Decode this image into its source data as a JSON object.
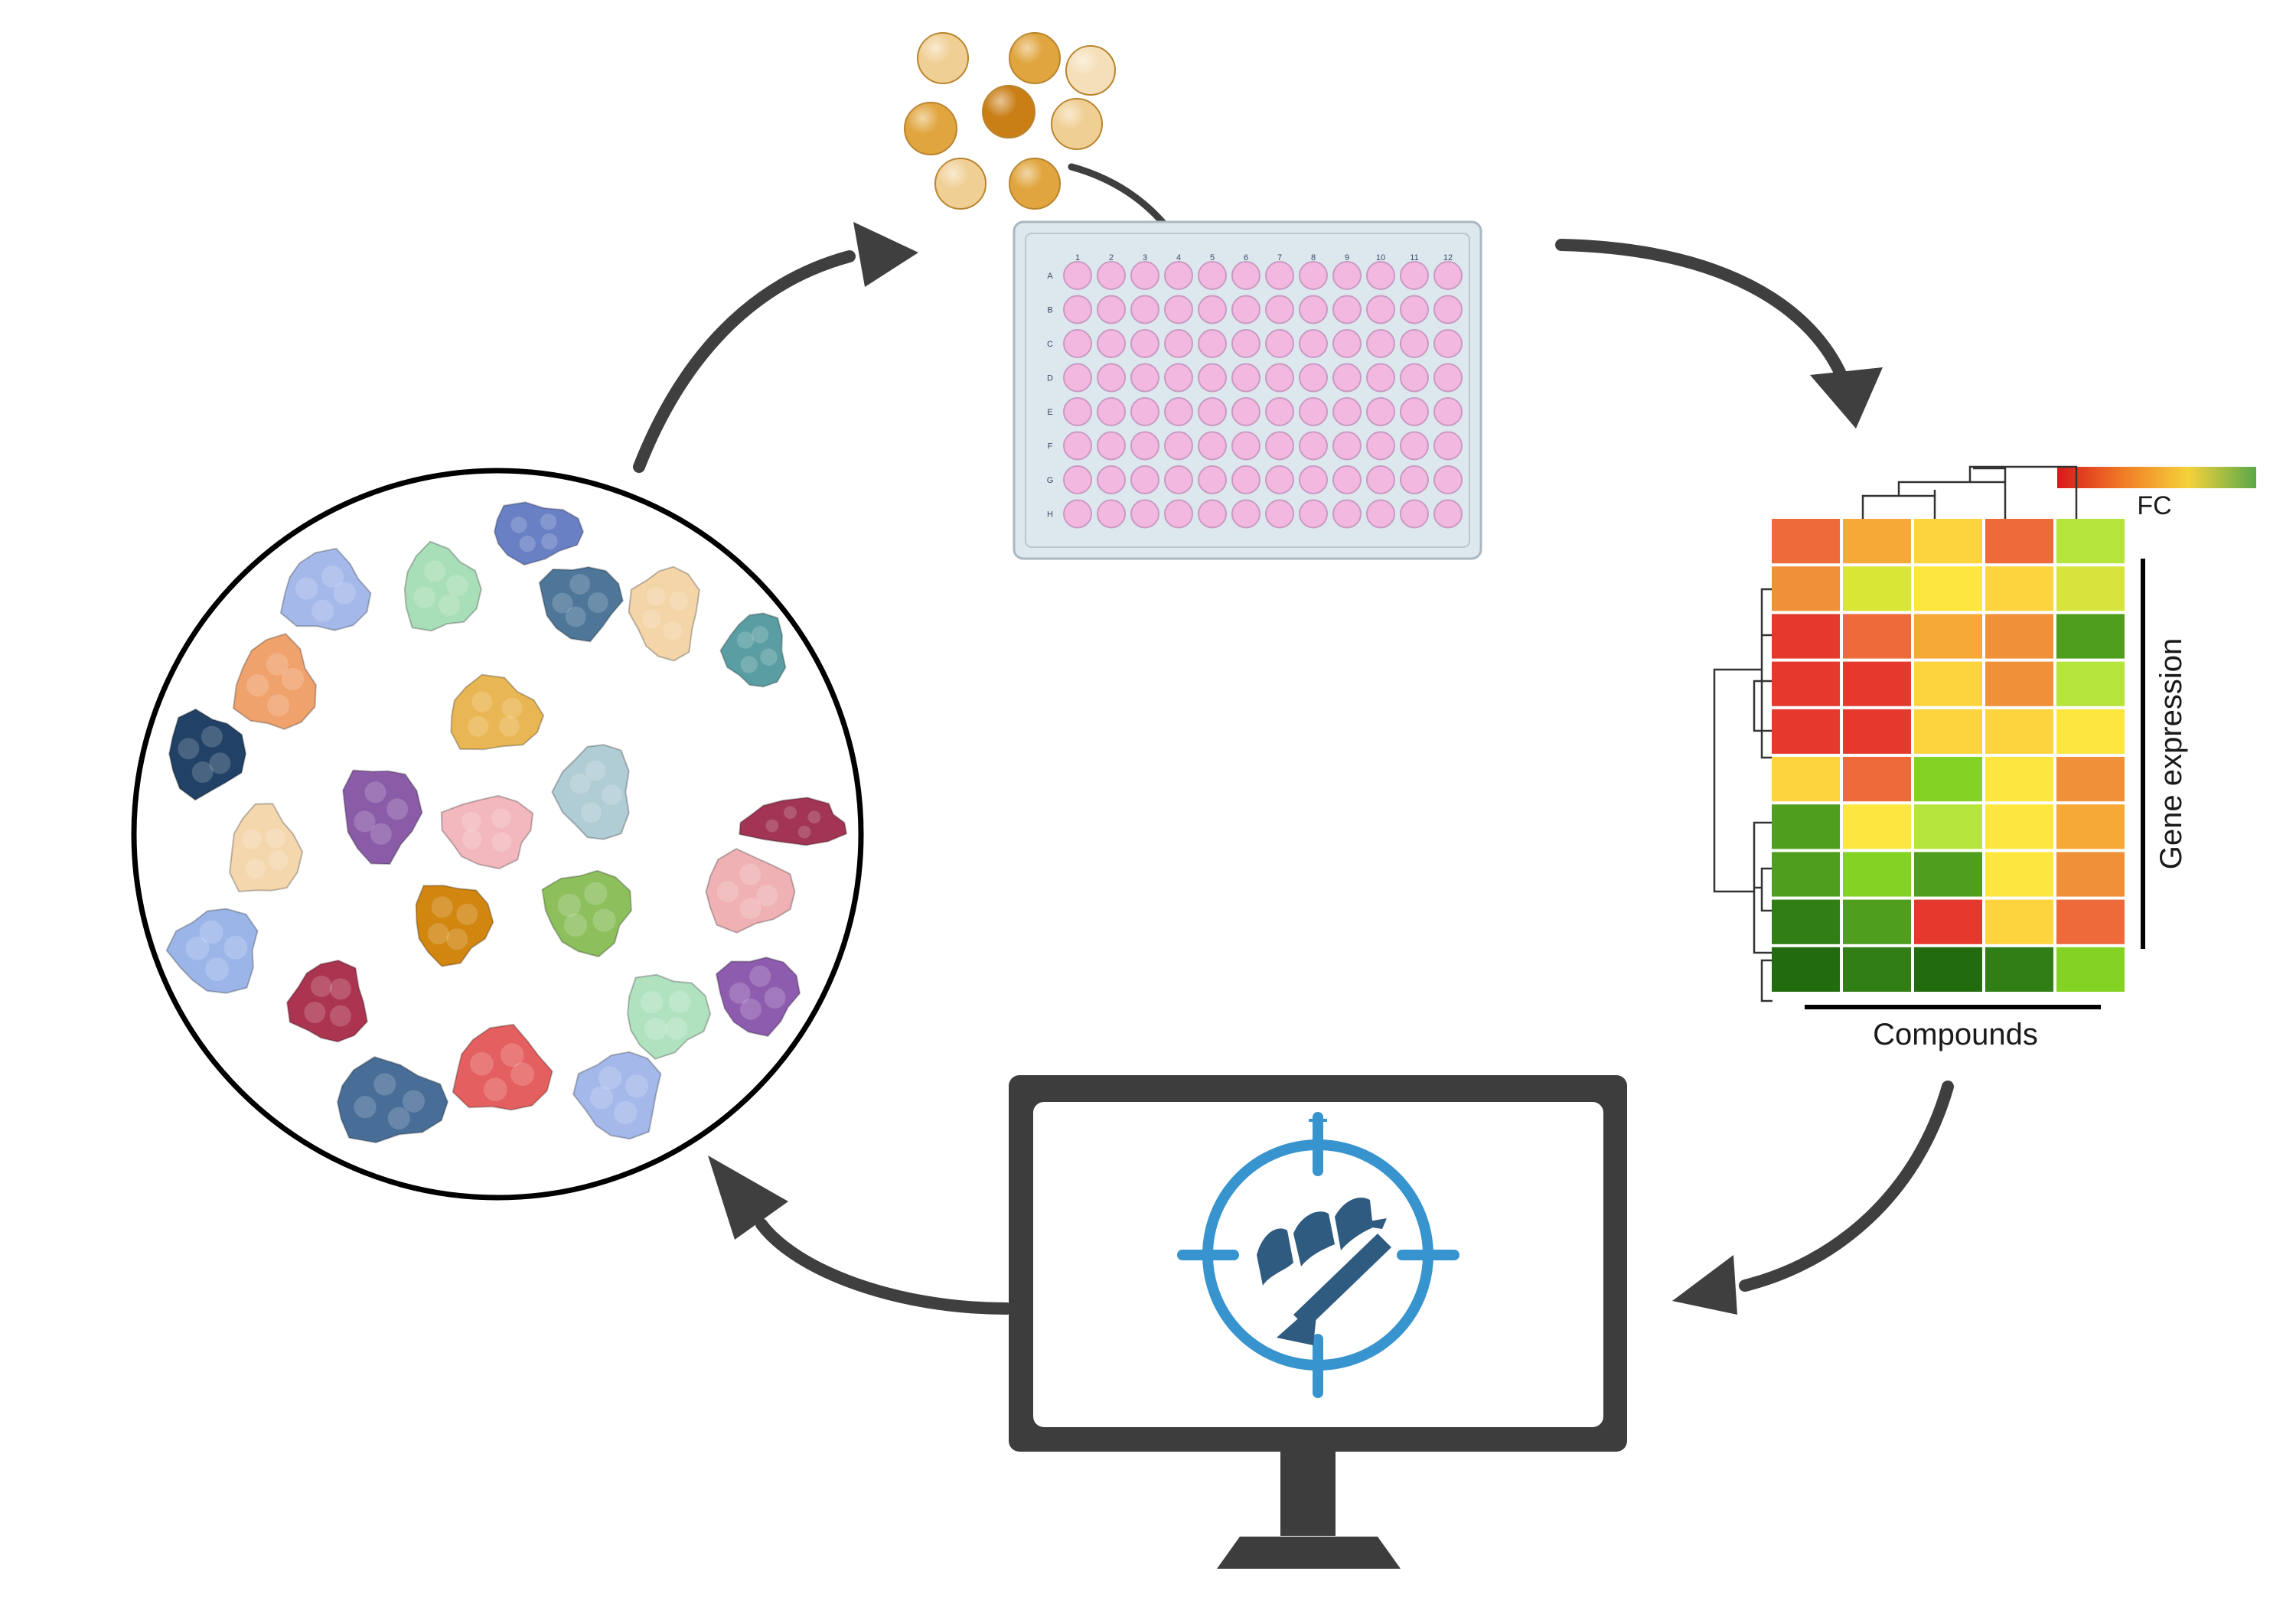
{
  "plate": {
    "columns": [
      "1",
      "2",
      "3",
      "4",
      "5",
      "6",
      "7",
      "8",
      "9",
      "10",
      "11",
      "12"
    ],
    "rows": [
      "A",
      "B",
      "C",
      "D",
      "E",
      "F",
      "G",
      "H"
    ],
    "well_color": "#f2b8e0",
    "plate_color": "#dde8ee"
  },
  "heatmap": {
    "colorbar_label": "FC",
    "x_label": "Compounds",
    "y_label": "Gene expression",
    "colorbar_colors": [
      "#d7191c",
      "#f07b25",
      "#f5d23a",
      "#5aa84a"
    ],
    "cells": [
      [
        "#ef6a3a",
        "#f6a936",
        "#fdd43d",
        "#ef6a3a",
        "#b5e43c"
      ],
      [
        "#f09038",
        "#d9e636",
        "#fde63e",
        "#fdd43d",
        "#d8e43e"
      ],
      [
        "#e5392d",
        "#ef6a3a",
        "#f6a936",
        "#f09038",
        "#4f9e1e"
      ],
      [
        "#e5392d",
        "#e5392d",
        "#fdd43d",
        "#f09038",
        "#b5e43c"
      ],
      [
        "#e5392d",
        "#e5392d",
        "#fdd43d",
        "#fdd43d",
        "#fde63e"
      ],
      [
        "#fdd43d",
        "#ef6a3a",
        "#84d224",
        "#fde63e",
        "#f09038"
      ],
      [
        "#4f9e1e",
        "#fde63e",
        "#b5e43c",
        "#fde63e",
        "#f6a936"
      ],
      [
        "#4f9e1e",
        "#84d224",
        "#4f9e1e",
        "#fde63e",
        "#f09038"
      ],
      [
        "#317d16",
        "#4f9e1e",
        "#e5392d",
        "#fdd43d",
        "#ef6a3a"
      ],
      [
        "#226b0f",
        "#317d16",
        "#226b0f",
        "#317d16",
        "#84d224"
      ]
    ]
  },
  "beads": {
    "colors": [
      "#f0cf95",
      "#e0a53e",
      "#c97e16",
      "#f5dfb8"
    ]
  },
  "proteins": {
    "colors": [
      "#a4b8ea",
      "#a9dfb8",
      "#6a80c4",
      "#4e7698",
      "#f3d5a8",
      "#5a9ea3",
      "#f0a26c",
      "#e9b654",
      "#214266",
      "#8a5ca8",
      "#f2b8bd",
      "#b0ccd4",
      "#a13553",
      "#f5d7ae",
      "#efb1b4",
      "#d1860f",
      "#8dbf5d",
      "#9cb5e8",
      "#ab3450",
      "#e45f5f",
      "#486e97",
      "#b1e2c0",
      "#8d5cae"
    ]
  },
  "monitor": {
    "frame_color": "#3d3d3d",
    "screen_color": "#ffffff",
    "icon_color": "#3894ce",
    "protein_icon_color": "#2f5b80"
  },
  "arrows": {
    "color": "#3f3f3f"
  }
}
